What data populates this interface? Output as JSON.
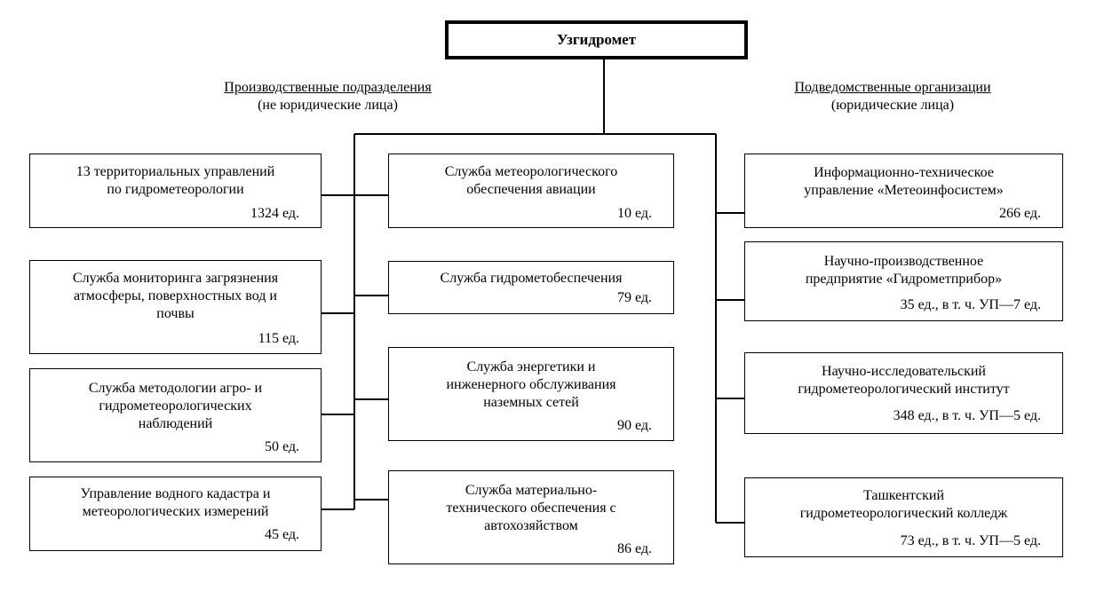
{
  "root": {
    "label": "Узгидромет"
  },
  "headers": {
    "left": {
      "title": "Производственные подразделения",
      "subtitle": "(не юридические лица)"
    },
    "right": {
      "title": "Подведомственные организации",
      "subtitle": "(юридические лица)"
    }
  },
  "left_units": [
    {
      "name": "13 территориальных управлений\nпо гидрометеорологии",
      "count": "1324 ед."
    },
    {
      "name": "Служба мониторинга загрязнения\nатмосферы, поверхностных вод и\nпочвы",
      "count": "115 ед."
    },
    {
      "name": "Служба методологии агро- и\nгидрометеорологических\nнаблюдений",
      "count": "50 ед."
    },
    {
      "name": "Управление водного кадастра и\nметеорологических измерений",
      "count": "45 ед."
    }
  ],
  "middle_units": [
    {
      "name": "Служба метеорологического\nобеспечения авиации",
      "count": "10 ед."
    },
    {
      "name": "Служба гидрометобеспечения",
      "count": "79 ед."
    },
    {
      "name": "Служба энергетики и\nинженерного обслуживания\nназемных сетей",
      "count": "90 ед."
    },
    {
      "name": "Служба материально-\nтехнического обеспечения с\nавтохозяйством",
      "count": "86 ед."
    }
  ],
  "right_orgs": [
    {
      "name": "Информационно-техническое\nуправление «Метеоинфосистем»",
      "count": "266 ед."
    },
    {
      "name": "Научно-производственное\nпредприятие «Гидрометприбор»",
      "count": "35 ед., в т. ч. УП—7 ед."
    },
    {
      "name": "Научно-исследовательский\nгидрометеорологический институт",
      "count": "348 ед., в т. ч. УП—5 ед."
    },
    {
      "name": "Ташкентский\nгидрометеорологический колледж",
      "count": "73 ед., в т. ч. УП—5 ед."
    }
  ]
}
